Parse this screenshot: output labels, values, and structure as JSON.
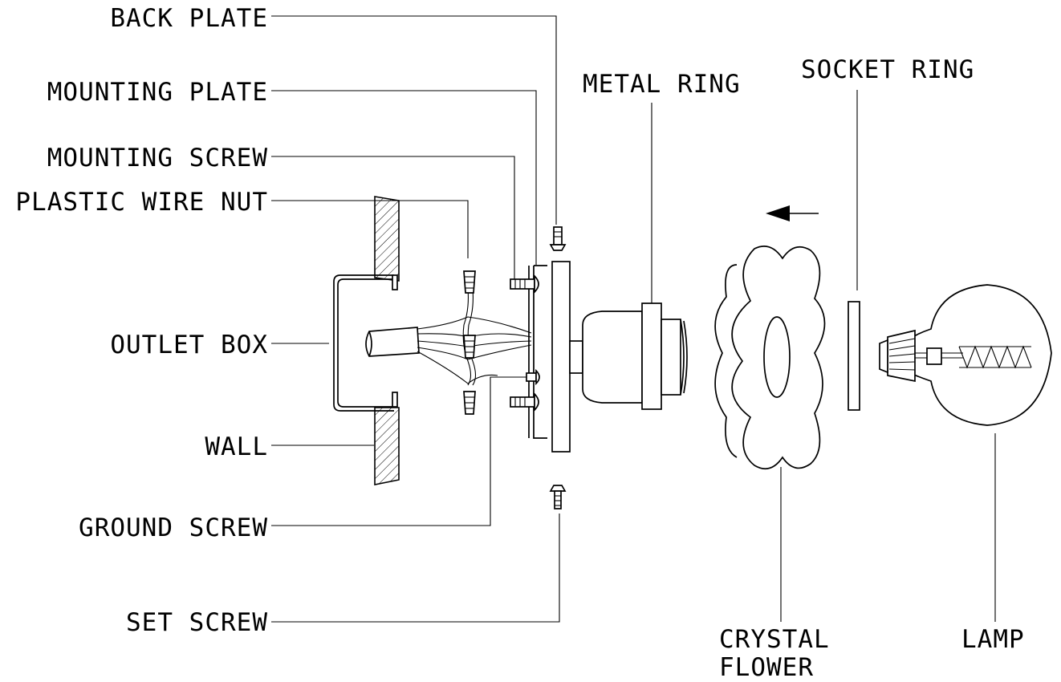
{
  "diagram": {
    "labels": {
      "back_plate": "BACK PLATE",
      "mounting_plate": "MOUNTING PLATE",
      "mounting_screw": "MOUNTING SCREW",
      "plastic_wire_nut": "PLASTIC WIRE NUT",
      "outlet_box": "OUTLET BOX",
      "wall": "WALL",
      "ground_screw": "GROUND SCREW",
      "set_screw": "SET SCREW",
      "metal_ring": "METAL RING",
      "socket_ring": "SOCKET RING",
      "crystal_flower_line1": "CRYSTAL",
      "crystal_flower_line2": "FLOWER",
      "lamp": "LAMP"
    }
  }
}
